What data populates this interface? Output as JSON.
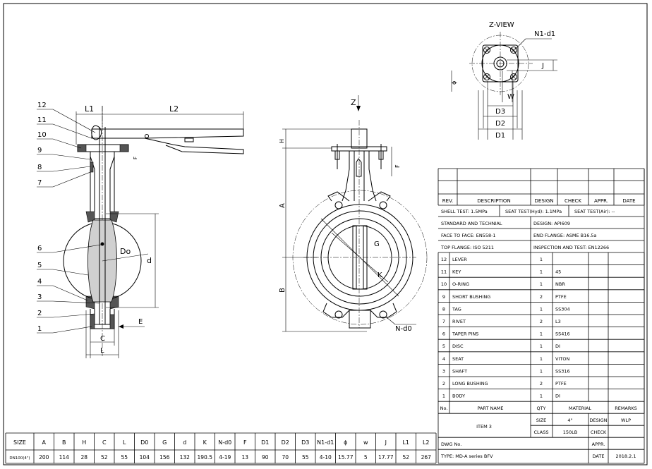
{
  "z_view": {
    "title": "Z-VIEW",
    "n1d1": "N1-d1",
    "J": "J",
    "phi": "ϕ",
    "W": "W",
    "D3": "D3",
    "D2": "D2",
    "D1": "D1"
  },
  "side_view": {
    "L1": "L1",
    "L2": "L2",
    "Do": "Do",
    "d": "d",
    "C": "C",
    "L": "L",
    "E": "E",
    "callouts": [
      "12",
      "11",
      "10",
      "9",
      "8",
      "7",
      "6",
      "5",
      "4",
      "3",
      "2",
      "1"
    ]
  },
  "front_view": {
    "Z": "Z",
    "H": "H",
    "A": "A",
    "B": "B",
    "F": "F",
    "G": "G",
    "K": "K",
    "N_d0": "N-d0"
  },
  "dimension_table": {
    "headers": [
      "SIZE",
      "A",
      "B",
      "H",
      "C",
      "L",
      "D0",
      "G",
      "d",
      "K",
      "N-d0",
      "F",
      "D1",
      "D2",
      "D3",
      "N1-d1",
      "ϕ",
      "w",
      "J",
      "L1",
      "L2"
    ],
    "row": [
      "DN100(4\")",
      "200",
      "114",
      "28",
      "52",
      "55",
      "104",
      "156",
      "132",
      "190.5",
      "4-19",
      "13",
      "90",
      "70",
      "55",
      "4-10",
      "15.77",
      "5",
      "17.77",
      "52",
      "267"
    ]
  },
  "title_block": {
    "rev_headers": [
      "REV.",
      "DESCRIPTION",
      "DESIGN",
      "CHECK",
      "APPR.",
      "DATE"
    ],
    "shell_test": "SHELL TEST: 1.5MPa",
    "seat_test_hyd": "SEAT TEST(Hyd): 1.1MPa",
    "seat_test_air": "SEAT TEST(Air): --",
    "standard": "STANDARD AND TECHNIAL",
    "design": "DESIGN: API609",
    "face_to_face": "FACE TO FACE: EN558-1",
    "end_flange": "END FLANGE: ASME B16.5a",
    "top_flange": "TOP FLANGE: ISO 5211",
    "inspection": "INSPECTION AND TEST: EN12266",
    "parts": [
      {
        "no": "12",
        "name": "LEVER",
        "qty": "1",
        "material": ""
      },
      {
        "no": "11",
        "name": "KEY",
        "qty": "1",
        "material": "45"
      },
      {
        "no": "10",
        "name": "O-RING",
        "qty": "1",
        "material": "NBR"
      },
      {
        "no": "9",
        "name": "SHORT BUSHING",
        "qty": "2",
        "material": "PTFE"
      },
      {
        "no": "8",
        "name": "TAG",
        "qty": "1",
        "material": "SS304"
      },
      {
        "no": "7",
        "name": "RIVET",
        "qty": "2",
        "material": "L3"
      },
      {
        "no": "6",
        "name": "TAPER PINS",
        "qty": "1",
        "material": "SS416"
      },
      {
        "no": "5",
        "name": "DISC",
        "qty": "1",
        "material": "DI"
      },
      {
        "no": "4",
        "name": "SEAT",
        "qty": "1",
        "material": "VITON"
      },
      {
        "no": "3",
        "name": "SHAFT",
        "qty": "1",
        "material": "SS316"
      },
      {
        "no": "2",
        "name": "LONG BUSHING",
        "qty": "2",
        "material": "PTFE"
      },
      {
        "no": "1",
        "name": "BODY",
        "qty": "1",
        "material": "DI"
      }
    ],
    "parts_headers": {
      "no": "No.",
      "name": "PART NAME",
      "qty": "QTY",
      "material": "MATERIAL",
      "remarks": "REMARKS"
    },
    "item": "ITEM 3",
    "size_label": "SIZE",
    "size_value": "4\"",
    "class_label": "CLASS",
    "class_value": "150LB",
    "design_label": "DESIGN",
    "design_value": "WLP",
    "check_label": "CHECK",
    "appr_label": "APPR.",
    "dwg_no": "DWG No.",
    "type": "TYPE:  MD-A series BFV",
    "date_label": "DATE",
    "date_value": "2018.2.1"
  }
}
